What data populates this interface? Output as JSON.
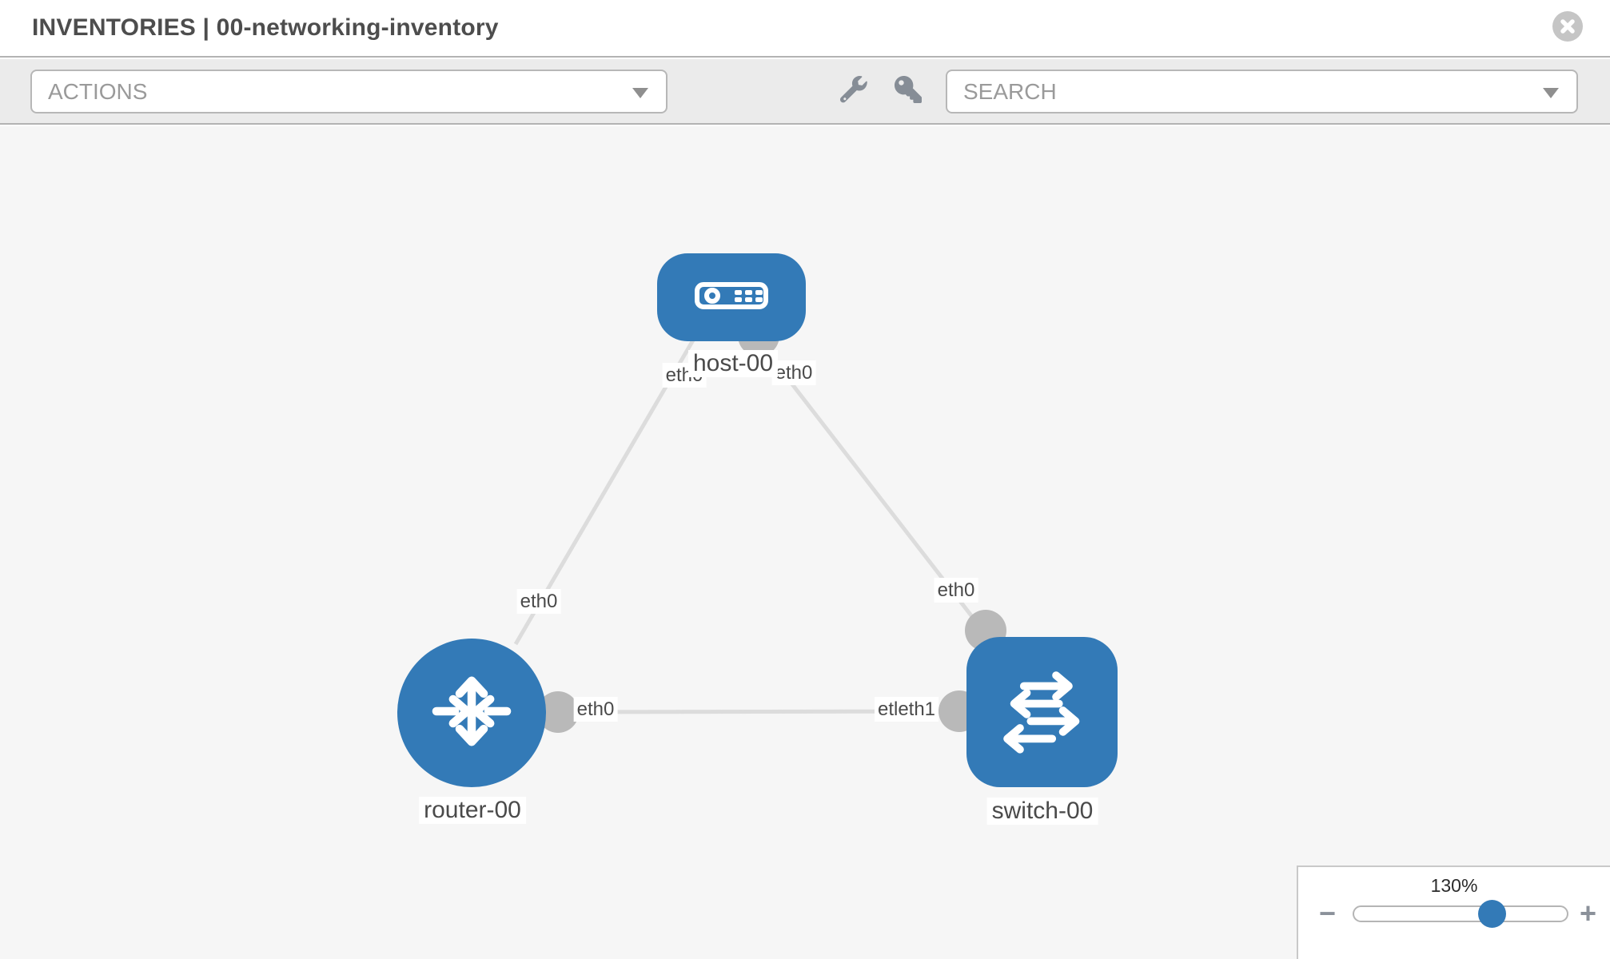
{
  "header": {
    "title": "INVENTORIES | 00-networking-inventory",
    "close_icon": "close-icon"
  },
  "toolbar": {
    "actions_placeholder": "ACTIONS",
    "search_placeholder": "SEARCH",
    "icons": [
      "wrench-icon",
      "key-icon",
      "dropdown-caret-icon"
    ]
  },
  "topology": {
    "nodes": [
      {
        "label": "host-00",
        "type": "host",
        "icon": "host-icon"
      },
      {
        "label": "router-00",
        "type": "router",
        "icon": "router-icon"
      },
      {
        "label": "switch-00",
        "type": "switch",
        "icon": "switch-icon"
      }
    ],
    "links": [
      {
        "from": "host-00",
        "to": "router-00",
        "from_label": "eth0",
        "to_label": "eth0"
      },
      {
        "from": "host-00",
        "to": "switch-00",
        "from_label": "eth0",
        "to_label": "eth0"
      },
      {
        "from": "router-00",
        "to": "switch-00",
        "from_label": "eth0",
        "to_label": "etleth1"
      }
    ]
  },
  "zoom_control": {
    "value": "130%",
    "minus_label": "−",
    "plus_label": "+"
  },
  "colors": {
    "node_blue": "#337ab7",
    "link_gray": "#dcdcdc",
    "dot_gray": "#b9b9b9",
    "canvas_bg": "#f6f6f6",
    "toolbar_bg": "#ebebeb"
  }
}
